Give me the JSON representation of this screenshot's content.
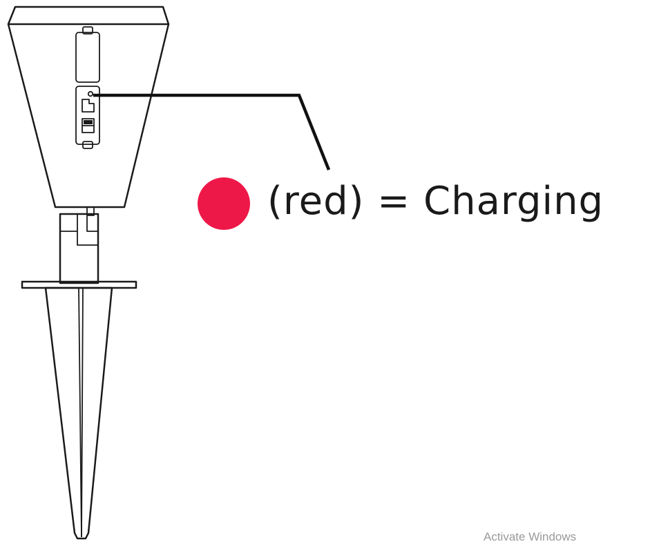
{
  "legend": {
    "indicator_color": "#EE1848",
    "indicator_color_name": "red",
    "label": "(red) = Charging"
  },
  "watermark": {
    "text": "Activate Windows"
  },
  "icons": {
    "device": "solar-stake-light-icon",
    "indicator": "status-dot-icon"
  }
}
